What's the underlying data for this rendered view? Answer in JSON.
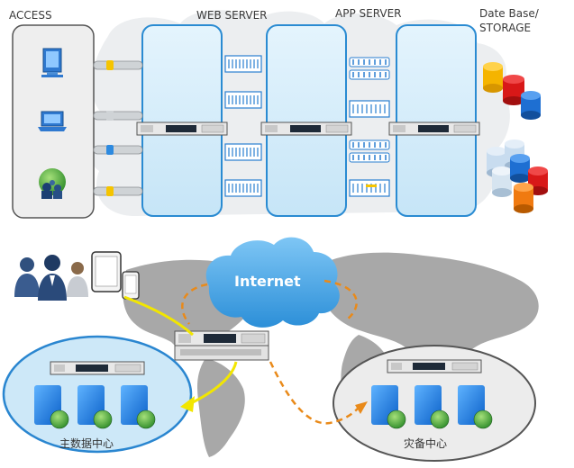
{
  "top": {
    "access_label": "ACCESS",
    "web_server_label": "WEB SERVER",
    "app_server_label": "APP SERVER",
    "storage_label_line1": "Date Base/",
    "storage_label_line2": "STORAGE"
  },
  "bottom": {
    "cloud_label": "Internet",
    "primary_dc_label": "主数据中心",
    "backup_dc_label": "灾备中心"
  },
  "colors": {
    "server_panel": "#d6edf9",
    "server_border": "#2a8bd2",
    "access_panel": "#eeeeee",
    "cloud_bg": "#eceef0",
    "map_land": "#a8a8a8",
    "primary_dc_fill": "#cde8f8",
    "backup_dc_fill": "#ececec",
    "yellow_arrow": "#f2e600",
    "orange_arrow": "#e98a1a"
  }
}
